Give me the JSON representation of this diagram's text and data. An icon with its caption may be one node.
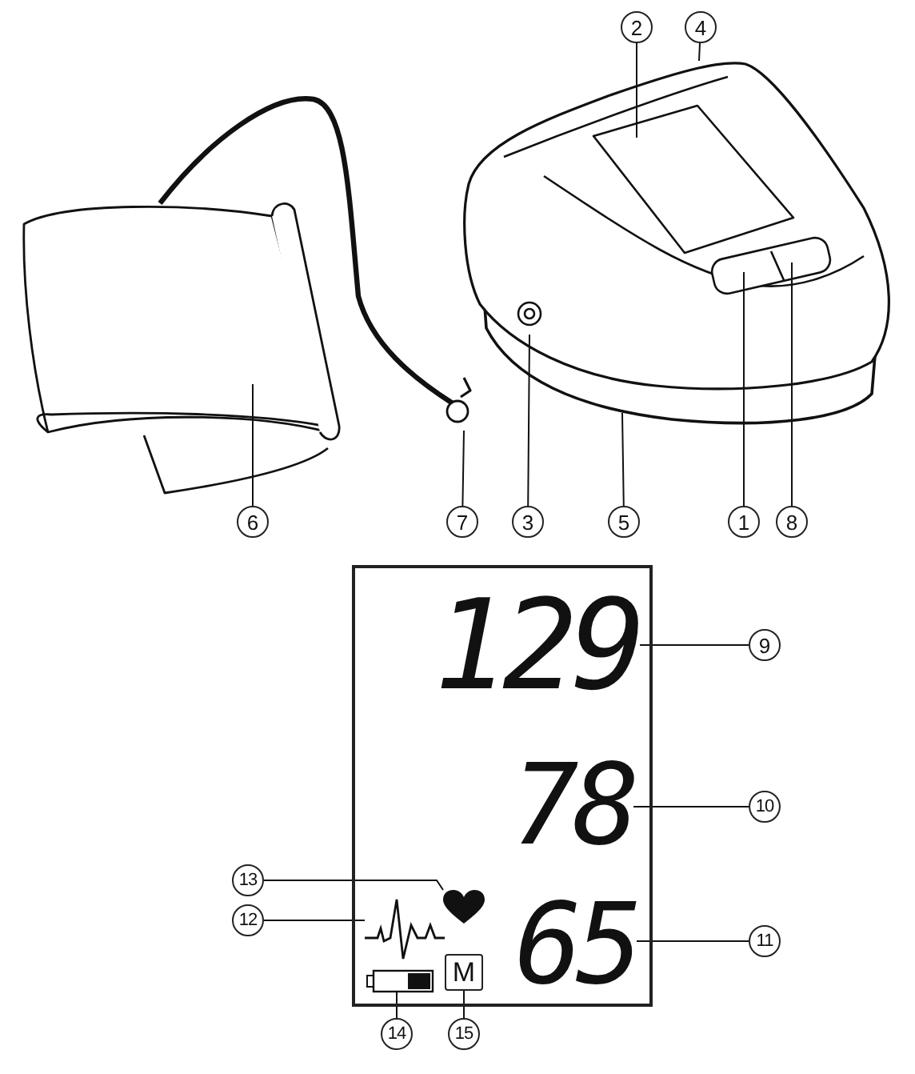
{
  "diagram": {
    "nodes": [
      {
        "text": [
          "2"
        ]
      },
      {
        "text": [
          "4"
        ]
      },
      {
        "text": [
          "6"
        ]
      },
      {
        "text": [
          "7"
        ]
      },
      {
        "text": [
          "3"
        ]
      },
      {
        "text": [
          "5"
        ]
      },
      {
        "text": [
          "1"
        ]
      },
      {
        "text": [
          "8"
        ]
      },
      {
        "text": [],
        "shape": "box"
      },
      {
        "text": [
          "129"
        ],
        "in": 8
      },
      {
        "text": [
          "9"
        ]
      },
      {
        "text": [
          "78"
        ],
        "in": 8
      },
      {
        "text": [
          "10"
        ]
      },
      {
        "text": [
          "13"
        ]
      },
      {
        "text": [],
        "shape": "heart",
        "in": 8
      },
      {
        "text": [
          "12"
        ]
      },
      {
        "text": [],
        "shape": "wave",
        "in": 8
      },
      {
        "text": [
          "65"
        ],
        "in": 8
      },
      {
        "text": [
          "11"
        ]
      },
      {
        "text": [],
        "shape": "battery",
        "in": 8
      },
      {
        "text": [
          "M"
        ],
        "in": 8
      },
      {
        "text": [
          "14"
        ]
      },
      {
        "text": [
          "15"
        ]
      }
    ],
    "edges": [
      {
        "from": 0,
        "to": null,
        "arrow": "none"
      },
      {
        "from": 1,
        "to": null,
        "arrow": "none"
      },
      {
        "from": 2,
        "to": null,
        "arrow": "none"
      },
      {
        "from": 3,
        "to": null,
        "arrow": "none"
      },
      {
        "from": 4,
        "to": null,
        "arrow": "none"
      },
      {
        "from": 5,
        "to": null,
        "arrow": "none"
      },
      {
        "from": 6,
        "to": null,
        "arrow": "none"
      },
      {
        "from": 7,
        "to": null,
        "arrow": "none"
      },
      {
        "from": 10,
        "to": 9,
        "arrow": "none"
      },
      {
        "from": 12,
        "to": 11,
        "arrow": "none"
      },
      {
        "from": 13,
        "to": 14,
        "arrow": "none"
      },
      {
        "from": 15,
        "to": 16,
        "arrow": "none"
      },
      {
        "from": 18,
        "to": 17,
        "arrow": "none"
      },
      {
        "from": 21,
        "to": 19,
        "arrow": "none"
      },
      {
        "from": 22,
        "to": 20,
        "arrow": "none"
      }
    ]
  }
}
